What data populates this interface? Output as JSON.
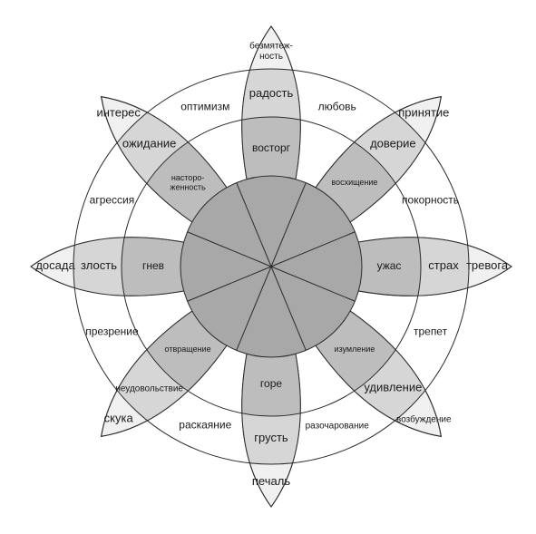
{
  "palette": {
    "outer_petal": "#f0f0f0",
    "mid_petal": "#d6d6d6",
    "inner_petal": "#bdbdbd",
    "core": "#a8a8a8",
    "line": "#2b2b2b",
    "text": "#1a1a1a"
  },
  "wheel": {
    "petals": [
      {
        "outer": "безмятеж-\nность",
        "mid": "радость",
        "inner": "восторг"
      },
      {
        "outer": "принятие",
        "mid": "доверие",
        "inner": "восхищение"
      },
      {
        "outer": "тревога",
        "mid": "страх",
        "inner": "ужас"
      },
      {
        "outer": "возбуждение",
        "mid": "удивление",
        "inner": "изумление"
      },
      {
        "outer": "печаль",
        "mid": "грусть",
        "inner": "горе"
      },
      {
        "outer": "скука",
        "mid": "неудовольствие",
        "inner": "отвращение"
      },
      {
        "outer": "досада",
        "mid": "злость",
        "inner": "гнев"
      },
      {
        "outer": "интерес",
        "mid": "ожидание",
        "inner": "насторо-\nженность"
      }
    ],
    "dyads": [
      {
        "upper": "любовь",
        "lower": ""
      },
      {
        "upper": "покорность",
        "lower": ""
      },
      {
        "upper": "трепет",
        "lower": ""
      },
      {
        "upper": "разочарование",
        "lower": ""
      },
      {
        "upper": "раскаяние",
        "lower": ""
      },
      {
        "upper": "презрение",
        "lower": ""
      },
      {
        "upper": "агрессия",
        "lower": ""
      },
      {
        "upper": "оптимизм",
        "lower": ""
      }
    ]
  }
}
